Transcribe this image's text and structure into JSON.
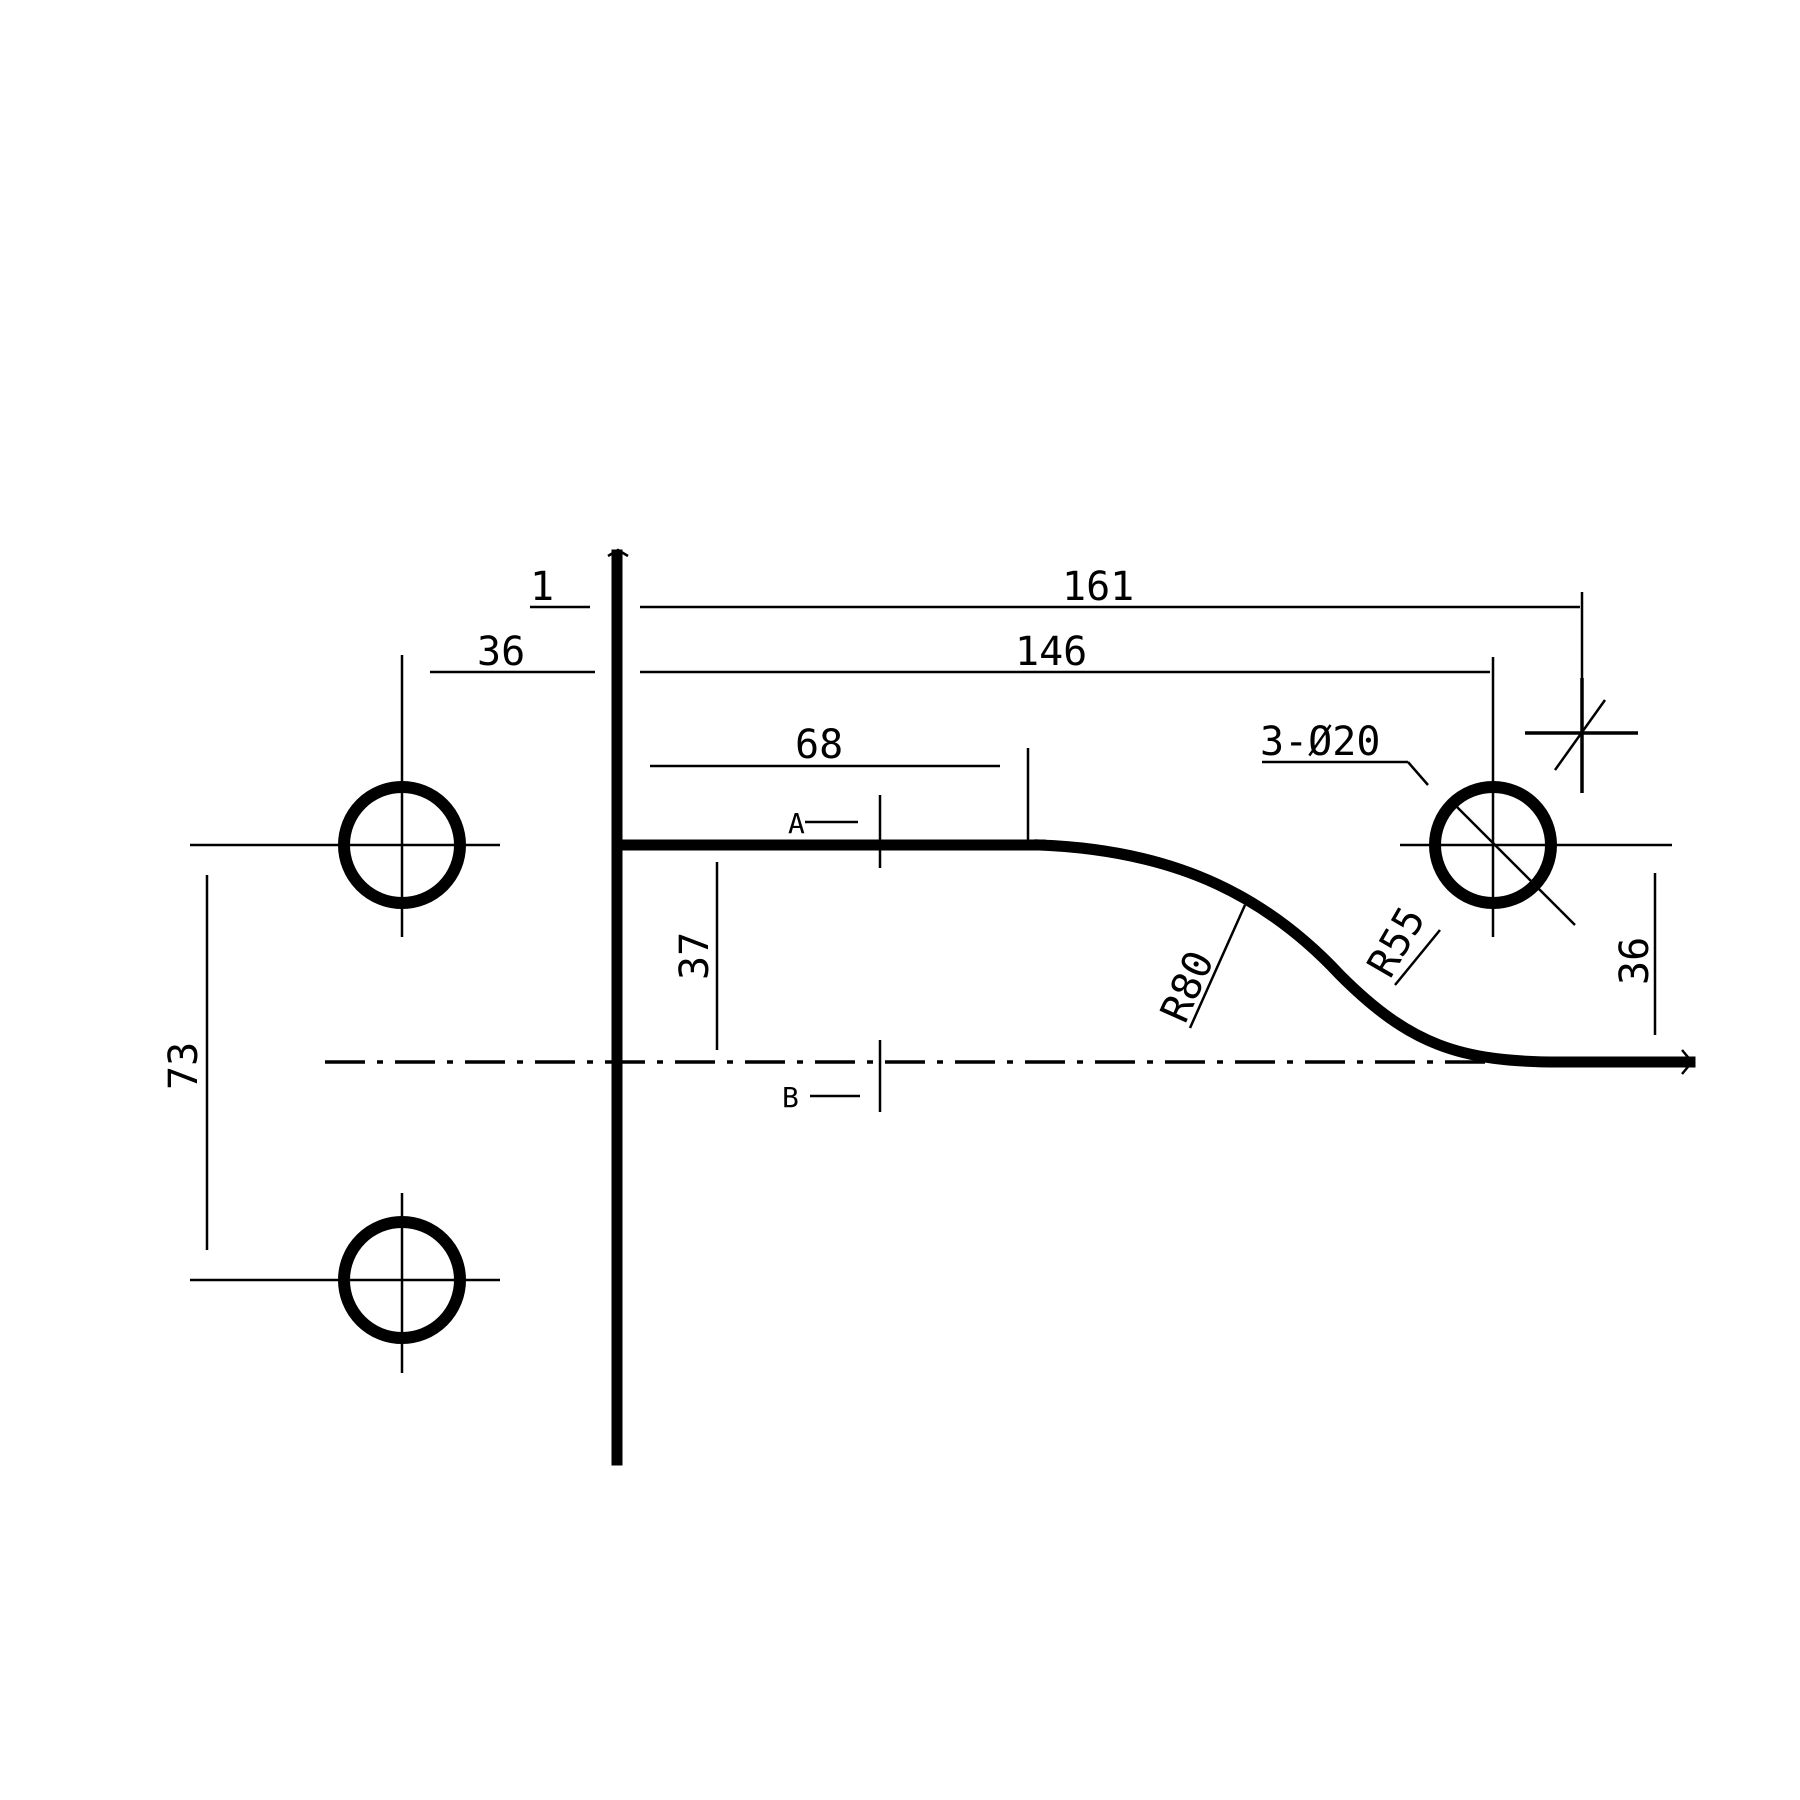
{
  "dimensions": {
    "d_1": "1",
    "d_161": "161",
    "d_36_top": "36",
    "d_146": "146",
    "d_68": "68",
    "hole_callout": "3-Ø20",
    "d_37": "37",
    "d_73": "73",
    "r80": "R80",
    "r55": "R55",
    "d_36_right": "36"
  },
  "section_marks": {
    "a": "A",
    "b": "B"
  }
}
